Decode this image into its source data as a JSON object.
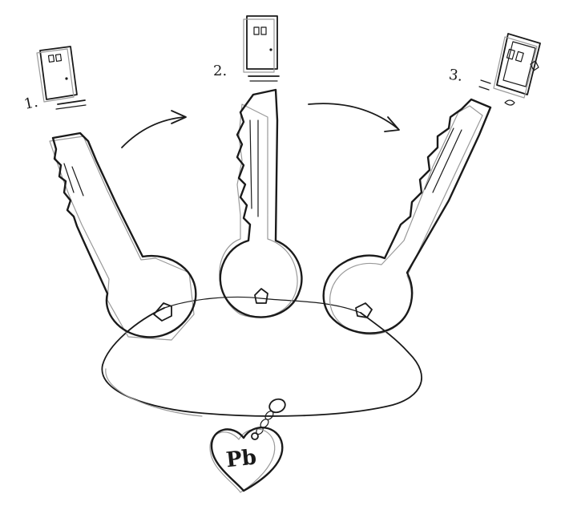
{
  "steps": [
    {
      "number": "1.",
      "door": "door-1",
      "key": "key-1"
    },
    {
      "number": "2.",
      "door": "door-2",
      "key": "key-2"
    },
    {
      "number": "3.",
      "door": "door-3",
      "key": "key-3"
    }
  ],
  "tag": {
    "label": "Pb"
  },
  "colors": {
    "ink": "#1a1a1a",
    "shadow": "#9a9a9a",
    "background": "#ffffff"
  }
}
